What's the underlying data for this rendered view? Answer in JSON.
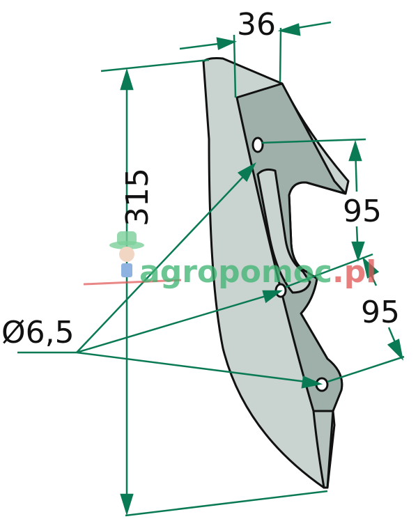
{
  "dimensions": {
    "height": "315",
    "width": "36",
    "hole_spacing_1": "95",
    "hole_spacing_2": "95",
    "hole_diameter": "Ø6,5"
  },
  "watermark": {
    "text_main": "agropomoc",
    "text_tld": ".pl"
  },
  "colors": {
    "dimension_line": "#0a7a55",
    "part_fill": "#c9d3cf",
    "part_shade": "#9fb0aa",
    "outline": "#111111"
  }
}
